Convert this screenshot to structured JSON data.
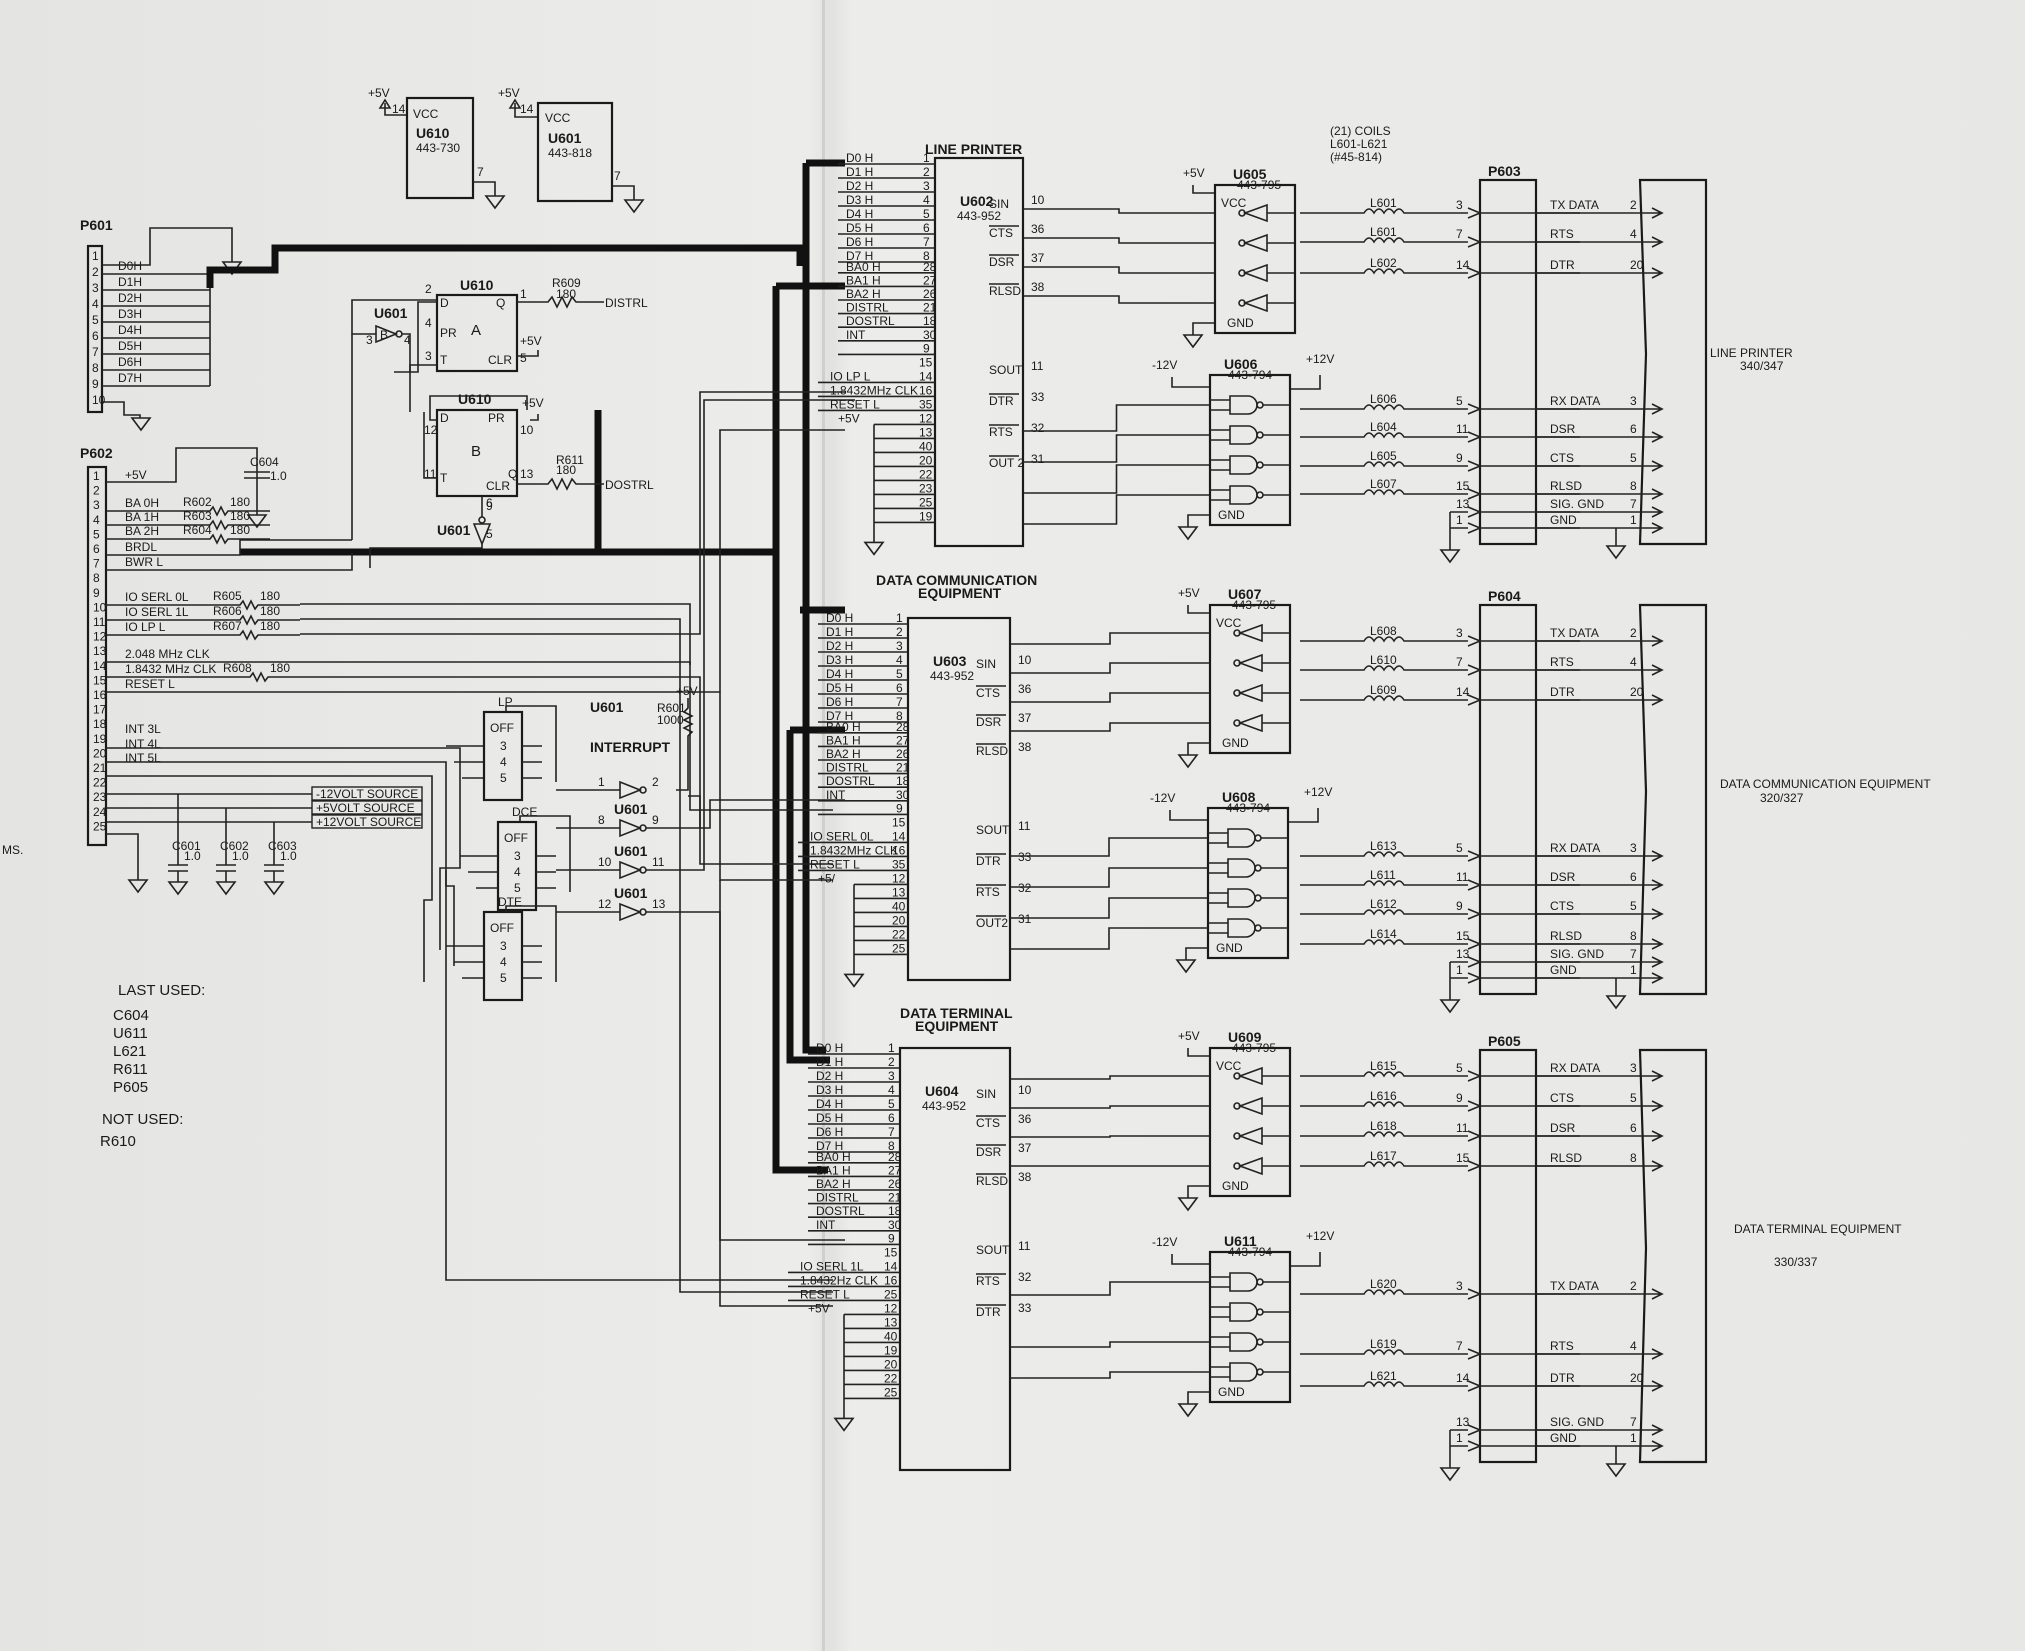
{
  "power": {
    "u610_pwr": {
      "v": "+5V",
      "pin_vcc": "14",
      "vcc": "VCC",
      "ref": "U610",
      "part": "443-730",
      "gnd_pin": "7"
    },
    "u601_pwr": {
      "v": "+5V",
      "pin_vcc": "14",
      "vcc": "VCC",
      "ref": "U601",
      "part": "443-818",
      "gnd_pin": "7"
    }
  },
  "p601": {
    "ref": "P601",
    "pins": [
      "1",
      "2",
      "3",
      "4",
      "5",
      "6",
      "7",
      "8",
      "9",
      "10"
    ],
    "signals": [
      "D0H",
      "D1H",
      "D2H",
      "D3H",
      "D4H",
      "D5H",
      "D6H",
      "D7H"
    ]
  },
  "p602": {
    "ref": "P602",
    "pins": [
      "1",
      "2",
      "3",
      "4",
      "5",
      "6",
      "7",
      "8",
      "9",
      "10",
      "11",
      "12",
      "13",
      "14",
      "15",
      "16",
      "17",
      "18",
      "19",
      "20",
      "21",
      "22",
      "23",
      "24",
      "25"
    ],
    "signals": [
      "+5V",
      "BA 0H",
      "BA 1H",
      "BA 2H",
      "BRDL",
      "BWR L",
      "",
      "IO SERL 0L",
      "IO SERL 1L",
      "IO LP L",
      "",
      "2.048 MHz CLK",
      "1.8432 MHz CLK",
      "RESET L",
      "",
      "",
      "INT 3L",
      "INT 4L",
      "INT 5L"
    ],
    "resistors": [
      {
        "ref": "R602",
        "val": "180"
      },
      {
        "ref": "R603",
        "val": "180"
      },
      {
        "ref": "R604",
        "val": "180"
      },
      {
        "ref": "R605",
        "val": "180"
      },
      {
        "ref": "R606",
        "val": "180"
      },
      {
        "ref": "R607",
        "val": "180"
      },
      {
        "ref": "R608",
        "val": "180"
      }
    ],
    "c604": {
      "ref": "C604",
      "val": "1.0"
    },
    "sources": [
      "-12VOLT SOURCE",
      "+5VOLT SOURCE",
      "+12VOLT SOURCE"
    ],
    "caps": [
      {
        "ref": "C601",
        "val": "1.0"
      },
      {
        "ref": "C602",
        "val": "1.0"
      },
      {
        "ref": "C603",
        "val": "1.0"
      }
    ]
  },
  "flipflops": {
    "a": {
      "ref": "U610",
      "label": "A",
      "pins": {
        "d": "D",
        "pr": "PR",
        "t": "T",
        "clr": "CLR",
        "q": "Q"
      },
      "pin_nums": [
        "2",
        "4",
        "3",
        "5",
        "1"
      ],
      "r": "R609",
      "rval": "180",
      "out": "DISTRL",
      "v": "+5V"
    },
    "b": {
      "ref": "U610",
      "label": "B",
      "pins": {
        "d": "D",
        "pr": "PR",
        "t": "T",
        "clr": "CLR",
        "q": "Q"
      },
      "pin_nums": [
        "12",
        "10",
        "11",
        "9",
        "13"
      ],
      "r": "R611",
      "rval": "180",
      "out": "DOSTRL",
      "v": "+5V"
    },
    "inv1": {
      "ref": "U601",
      "label": "B",
      "pins": [
        "3",
        "4"
      ]
    },
    "inv2": {
      "ref": "U601",
      "pins": [
        "6",
        "5"
      ]
    }
  },
  "switches": {
    "lp": {
      "title": "LP",
      "off": "OFF",
      "pins": [
        "3",
        "4",
        "5"
      ]
    },
    "dce": {
      "title": "DCE",
      "off": "OFF",
      "pins": [
        "3",
        "4",
        "5"
      ]
    },
    "dte": {
      "title": "DTE",
      "off": "OFF",
      "pins": [
        "3",
        "4",
        "5"
      ]
    }
  },
  "interrupt": {
    "label": "U601 INTERRUPT",
    "r": "R601",
    "rval": "1000",
    "v": "+5V",
    "gates": [
      {
        "ref": "U601",
        "a": "1",
        "y": "2"
      },
      {
        "ref": "U601",
        "a": "8",
        "y": "9"
      },
      {
        "ref": "U601",
        "a": "10",
        "y": "11"
      },
      {
        "ref": "U601",
        "a": "12",
        "y": "13"
      }
    ]
  },
  "ace_pins_left": {
    "labels": [
      "D0 H",
      "D1 H",
      "D2 H",
      "D3 H",
      "D4 H",
      "D5 H",
      "D6 H",
      "D7 H",
      "BA0 H",
      "BA1 H",
      "BA2 H",
      "DISTRL",
      "DOSTRL",
      "INT"
    ],
    "nums": [
      "1",
      "2",
      "3",
      "4",
      "5",
      "6",
      "7",
      "8",
      "28",
      "27",
      "26",
      "21",
      "18",
      "30"
    ]
  },
  "u602": {
    "header": "LINE PRINTER",
    "ref": "U602",
    "part": "443-952",
    "extra": [
      "IO LP L",
      "1.8432MHz CLK",
      "RESET L"
    ],
    "extra_nums": [
      "14",
      "16",
      "35"
    ],
    "pwr": "+5V",
    "pins_misc": [
      "9",
      "15",
      "12",
      "13",
      "40",
      "20",
      "22",
      "23",
      "25",
      "19"
    ],
    "right": [
      {
        "name": "SIN",
        "n": "10"
      },
      {
        "name": "CTS",
        "n": "36"
      },
      {
        "name": "DSR",
        "n": "37"
      },
      {
        "name": "RLSD",
        "n": "38"
      },
      {
        "name": "SOUT",
        "n": "11"
      },
      {
        "name": "DTR",
        "n": "33"
      },
      {
        "name": "RTS",
        "n": "32"
      },
      {
        "name": "OUT 2",
        "n": "31"
      }
    ]
  },
  "u603": {
    "header": "DATA COMMUNICATION EQUIPMENT",
    "ref": "U603",
    "part": "443-952",
    "extra": [
      "IO SERL 0L",
      "1.8432MHz CLK",
      "RESET L"
    ],
    "extra_nums": [
      "14",
      "16",
      "35"
    ],
    "pwr": "+5/",
    "pins_misc": [
      "9",
      "15",
      "12",
      "13",
      "40",
      "20",
      "22",
      "25"
    ],
    "right": [
      {
        "name": "SIN",
        "n": "10"
      },
      {
        "name": "CTS",
        "n": "36"
      },
      {
        "name": "DSR",
        "n": "37"
      },
      {
        "name": "RLSD",
        "n": "38"
      },
      {
        "name": "SOUT",
        "n": "11"
      },
      {
        "name": "DTR",
        "n": "33"
      },
      {
        "name": "RTS",
        "n": "32"
      },
      {
        "name": "OUT2",
        "n": "31"
      }
    ]
  },
  "u604": {
    "header": "DATA TERMINAL EQUIPMENT",
    "ref": "U604",
    "part": "443-952",
    "extra": [
      "IO SERL 1L",
      "1.8432Hz CLK",
      "RESET L"
    ],
    "extra_nums": [
      "14",
      "16",
      "25"
    ],
    "pwr": "+5V",
    "pins_misc": [
      "9",
      "15",
      "12",
      "13",
      "40",
      "19",
      "20",
      "22",
      "25"
    ],
    "right": [
      {
        "name": "SIN",
        "n": "10"
      },
      {
        "name": "CTS",
        "n": "36"
      },
      {
        "name": "DSR",
        "n": "37"
      },
      {
        "name": "RLSD",
        "n": "38"
      },
      {
        "name": "SOUT",
        "n": "11"
      },
      {
        "name": "RTS",
        "n": "32"
      },
      {
        "name": "DTR",
        "n": "33"
      }
    ]
  },
  "receivers": {
    "u605": {
      "ref": "U605",
      "part": "443-795",
      "v": "+5V",
      "vcc": "VCC",
      "gnd": "GND"
    },
    "u607": {
      "ref": "U607",
      "part": "443-795",
      "v": "+5V",
      "vcc": "VCC",
      "gnd": "GND"
    },
    "u609": {
      "ref": "U609",
      "part": "443-795",
      "v": "+5V",
      "vcc": "VCC",
      "gnd": "GND"
    }
  },
  "drivers": {
    "u606": {
      "ref": "U606",
      "part": "443-794",
      "vneg": "-12V",
      "vpos": "+12V",
      "gnd": "GND"
    },
    "u608": {
      "ref": "U608",
      "part": "443-794",
      "vneg": "-12V",
      "vpos": "+12V",
      "gnd": "GND"
    },
    "u611": {
      "ref": "U611",
      "part": "443-794",
      "vneg": "-12V",
      "vpos": "+12V",
      "gnd": "GND"
    }
  },
  "coils": {
    "title": "(21) COILS",
    "range": "L601-L621",
    "part": "(#45-814)"
  },
  "p603": {
    "ref": "P603",
    "rows": [
      {
        "coil": "L601",
        "pin": "3",
        "sig": "TX DATA",
        "out": "2"
      },
      {
        "coil": "L601",
        "pin": "7",
        "sig": "RTS",
        "out": "4"
      },
      {
        "coil": "L602",
        "pin": "14",
        "sig": "DTR",
        "out": "20"
      },
      {
        "coil": "L606",
        "pin": "5",
        "sig": "RX DATA",
        "out": "3"
      },
      {
        "coil": "L604",
        "pin": "11",
        "sig": "DSR",
        "out": "6"
      },
      {
        "coil": "L605",
        "pin": "9",
        "sig": "CTS",
        "out": "5"
      },
      {
        "coil": "L607",
        "pin": "15",
        "sig": "RLSD",
        "out": "8"
      },
      {
        "coil": "",
        "pin": "13",
        "sig": "SIG. GND",
        "out": "7"
      },
      {
        "coil": "",
        "pin": "1",
        "sig": "GND",
        "out": "1"
      }
    ]
  },
  "p604": {
    "ref": "P604",
    "rows": [
      {
        "coil": "L608",
        "pin": "3",
        "sig": "TX DATA",
        "out": "2"
      },
      {
        "coil": "L610",
        "pin": "7",
        "sig": "RTS",
        "out": "4"
      },
      {
        "coil": "L609",
        "pin": "14",
        "sig": "DTR",
        "out": "20"
      },
      {
        "coil": "L613",
        "pin": "5",
        "sig": "RX DATA",
        "out": "3"
      },
      {
        "coil": "L611",
        "pin": "11",
        "sig": "DSR",
        "out": "6"
      },
      {
        "coil": "L612",
        "pin": "9",
        "sig": "CTS",
        "out": "5"
      },
      {
        "coil": "L614",
        "pin": "15",
        "sig": "RLSD",
        "out": "8"
      },
      {
        "coil": "",
        "pin": "13",
        "sig": "SIG. GND",
        "out": "7"
      },
      {
        "coil": "",
        "pin": "1",
        "sig": "GND",
        "out": "1"
      }
    ]
  },
  "p605": {
    "ref": "P605",
    "rows": [
      {
        "coil": "L615",
        "pin": "5",
        "sig": "RX DATA",
        "out": "3"
      },
      {
        "coil": "L616",
        "pin": "9",
        "sig": "CTS",
        "out": "5"
      },
      {
        "coil": "L618",
        "pin": "11",
        "sig": "DSR",
        "out": "6"
      },
      {
        "coil": "L617",
        "pin": "15",
        "sig": "RLSD",
        "out": "8"
      },
      {
        "coil": "L620",
        "pin": "3",
        "sig": "TX DATA",
        "out": "2"
      },
      {
        "coil": "L619",
        "pin": "7",
        "sig": "RTS",
        "out": "4"
      },
      {
        "coil": "L621",
        "pin": "14",
        "sig": "DTR",
        "out": "20"
      },
      {
        "coil": "",
        "pin": "13",
        "sig": "SIG. GND",
        "out": "7"
      },
      {
        "coil": "",
        "pin": "1",
        "sig": "GND",
        "out": "1"
      }
    ]
  },
  "side_labels": {
    "lp": {
      "name": "LINE PRINTER",
      "sub": "340/347"
    },
    "dce": {
      "name": "DATA COMMUNICATION EQUIPMENT",
      "sub": "320/327"
    },
    "dte": {
      "name": "DATA TERMINAL EQUIPMENT",
      "sub": "330/337"
    }
  },
  "notes": {
    "last_used_title": "LAST USED:",
    "last_used": [
      "C604",
      "U611",
      "L621",
      "R611",
      "P605"
    ],
    "not_used_title": "NOT USED:",
    "not_used": [
      "R610"
    ],
    "edge": "MS."
  }
}
